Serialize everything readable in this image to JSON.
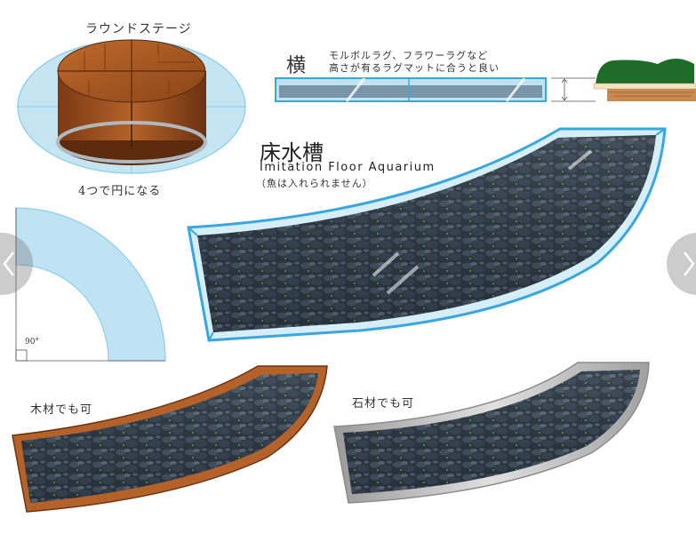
{
  "labels": {
    "round_stage": "ラウンドステージ",
    "forms_circle": "4つで円になる",
    "yoko": "横",
    "yoko_note_1": "モルボルラグ、フラワーラグなど",
    "yoko_note_2": "高さが有るラグマットに合うと良い",
    "title_jp": "床水槽",
    "title_en": "Imitation Floor Aquarium",
    "subtitle_jp": "（魚は入れられません）",
    "angle": "90°",
    "wood_ok": "木材でも可",
    "stone_ok": "石材でも可"
  },
  "icons": {
    "prev": "chevron-left-icon",
    "next": "chevron-right-icon"
  },
  "colors": {
    "wood": "#a8561f",
    "wood_dark": "#6e3310",
    "glass": "#bfe3f2",
    "glass_edge": "#3aa6e0",
    "rock": "#2f3a47",
    "stone_frame": "#b5b5b5",
    "nav_bg": "#8a8a8a"
  }
}
